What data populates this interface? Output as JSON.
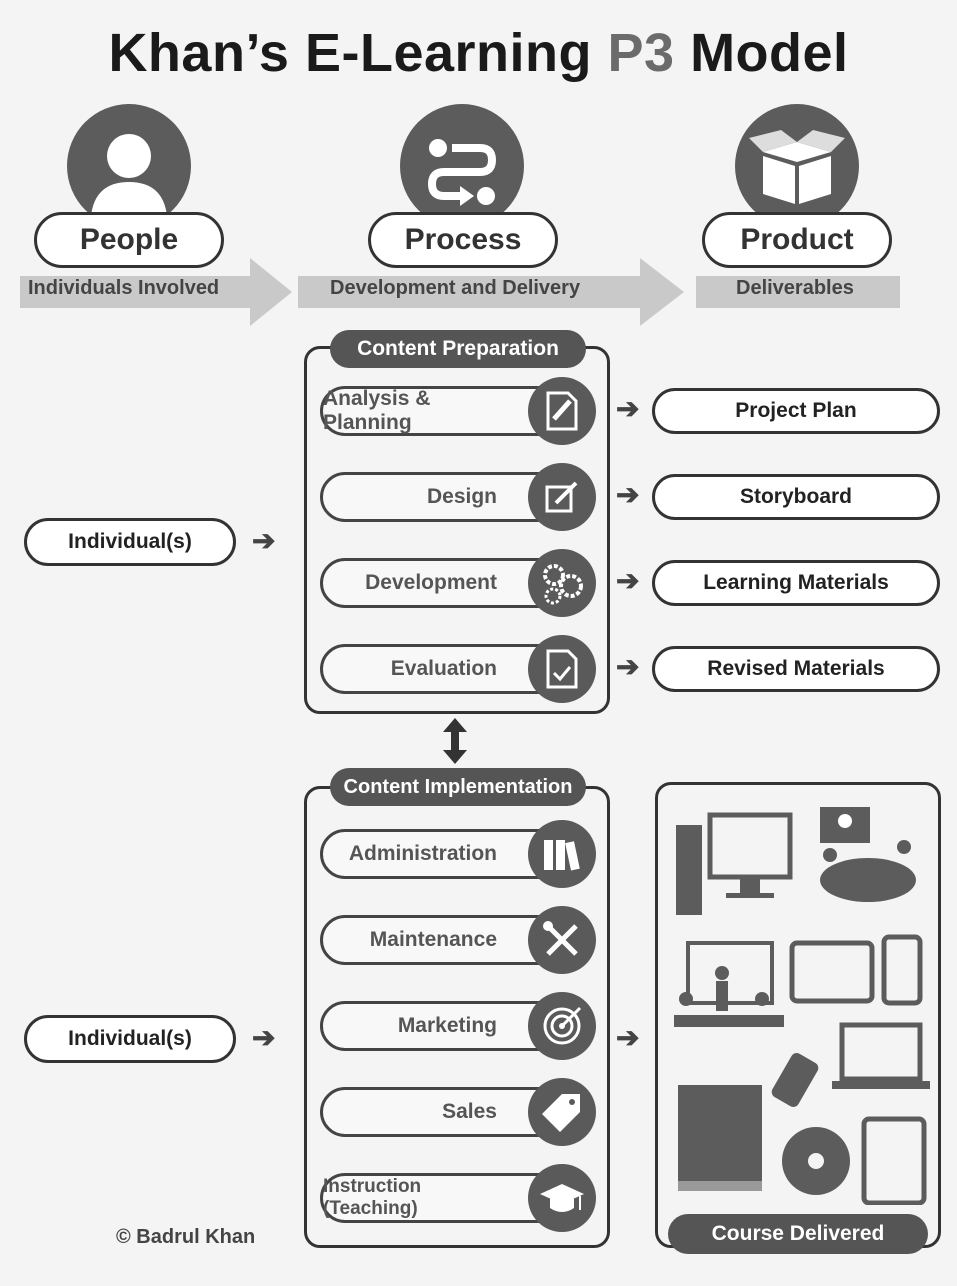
{
  "title": {
    "prefix": "Khan’s E-Learning ",
    "highlight": "P3",
    "suffix": " Model"
  },
  "columns": [
    {
      "label": "People",
      "sub": "Individuals Involved",
      "icon": "person-icon"
    },
    {
      "label": "Process",
      "sub": "Development and Delivery",
      "icon": "process-flow-icon"
    },
    {
      "label": "Product",
      "sub": "Deliverables",
      "icon": "open-box-icon"
    }
  ],
  "preparation": {
    "heading": "Content Preparation",
    "steps": [
      {
        "label": "Analysis & Planning",
        "icon": "pencil-document-icon",
        "deliverable": "Project Plan"
      },
      {
        "label": "Design",
        "icon": "edit-icon",
        "deliverable": "Storyboard"
      },
      {
        "label": "Development",
        "icon": "gears-icon",
        "deliverable": "Learning Materials"
      },
      {
        "label": "Evaluation",
        "icon": "checked-document-icon",
        "deliverable": "Revised Materials"
      }
    ]
  },
  "implementation": {
    "heading": "Content Implementation",
    "steps": [
      {
        "label": "Administration",
        "icon": "binders-icon"
      },
      {
        "label": "Maintenance",
        "icon": "tools-icon"
      },
      {
        "label": "Marketing",
        "icon": "target-icon"
      },
      {
        "label": "Sales",
        "icon": "price-tag-icon"
      },
      {
        "label": "Instruction (Teaching)",
        "icon": "graduation-cap-icon"
      }
    ]
  },
  "individuals": {
    "top": "Individual(s)",
    "bottom": "Individual(s)"
  },
  "delivered": {
    "label": "Course Delivered"
  },
  "credit": "© Badrul Khan",
  "colors": {
    "dark": "#333333",
    "icon_fill": "#5c5c5c",
    "band": "#c8c8c8",
    "bg": "#f4f4f4"
  }
}
